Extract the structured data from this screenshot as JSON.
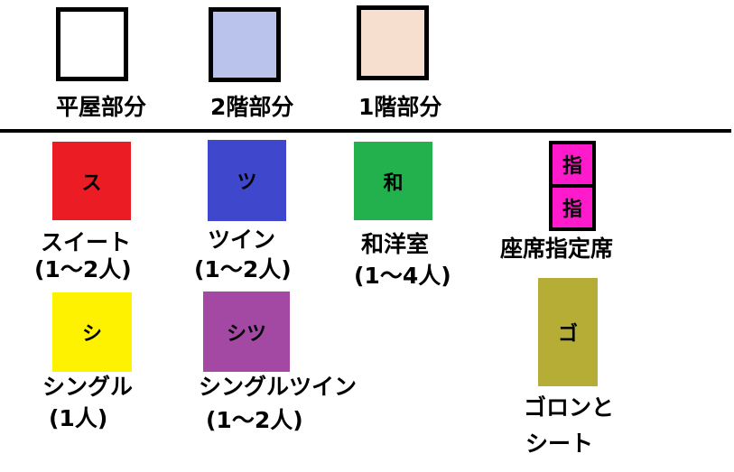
{
  "floor_legend": [
    {
      "label": "平屋部分",
      "color": "#ffffff"
    },
    {
      "label": "2階部分",
      "color": "#b9c3eb"
    },
    {
      "label": "1階部分",
      "color": "#f7dfcf"
    }
  ],
  "room_legend": {
    "suite": {
      "mark": "ス",
      "name": "スイート",
      "capacity": "(1～2人)",
      "color": "#ec1c24"
    },
    "twin": {
      "mark": "ツ",
      "name": "ツイン",
      "capacity": "(1～2人)",
      "color": "#3f48cc"
    },
    "japanese_western": {
      "mark": "和",
      "name": "和洋室",
      "capacity": "(1～4人)",
      "color": "#22b14c"
    },
    "reserved_seat": {
      "mark": "指",
      "name": "座席指定席",
      "color": "#ff1acb"
    },
    "single": {
      "mark": "シ",
      "name": "シングル",
      "capacity": "(1人)",
      "color": "#fff200"
    },
    "single_twin": {
      "mark": "シツ",
      "name": "シングルツイン",
      "capacity": "(1～2人)",
      "color": "#a349a4"
    },
    "goron": {
      "mark": "ゴ",
      "name_line1": "ゴロンと",
      "name_line2": "シート",
      "color": "#b5ad35"
    }
  }
}
